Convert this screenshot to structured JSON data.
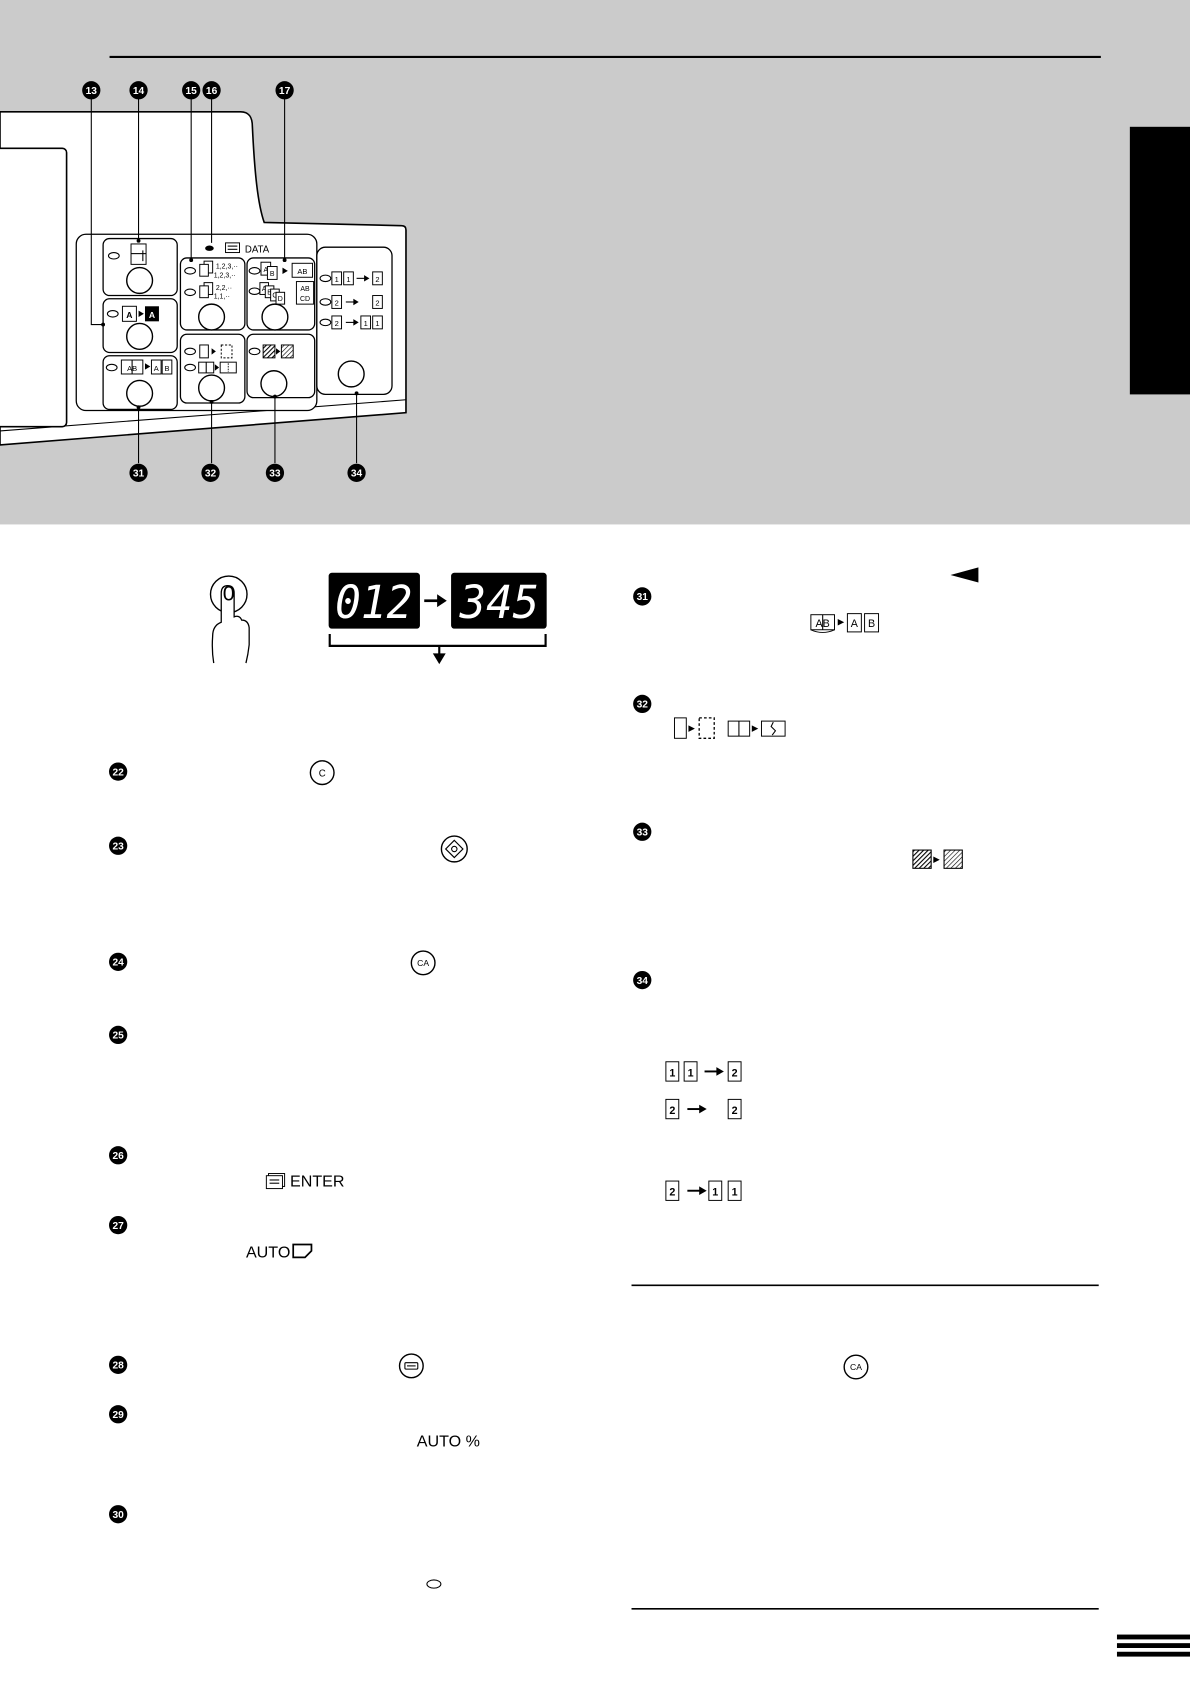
{
  "colors": {
    "band": "#cbcbcb",
    "ink": "#000000",
    "tab": "#000000"
  },
  "icons": {
    "start": "start-key-icon",
    "interrupt": "interrupt-key-icon",
    "enter": "enter-icon",
    "paper": "paper-icon",
    "indicator": "indicator-led-icon",
    "hand": "finger-press-icon"
  },
  "panel": {
    "callouts_top": [
      "13",
      "14",
      "15",
      "16",
      "17"
    ],
    "callouts_bottom": [
      "31",
      "32",
      "33",
      "34"
    ],
    "data_label": "DATA",
    "reverse_icon": [
      "A",
      "A"
    ],
    "dual_page_icon": [
      "AB",
      "A",
      "B"
    ],
    "sort_labels": [
      "1,2,3,··",
      "1,2,3,··",
      "2,2,··",
      "1,1,··"
    ],
    "multi_shot_icon": {
      "row1_pages": [
        "A",
        "B"
      ],
      "row1_result": "AB",
      "row2_pages": [
        "A",
        "B",
        "C",
        "D"
      ],
      "row2_result": [
        "AB",
        "CD"
      ]
    },
    "duplex_icon": {
      "row1": [
        "1",
        "1",
        "2"
      ],
      "row2": [
        "2",
        "2"
      ],
      "row3": [
        "2",
        "1",
        "1"
      ]
    }
  },
  "display": {
    "key": "0",
    "left": "012",
    "right": "345"
  },
  "left_column": {
    "numbers": [
      "22",
      "23",
      "24",
      "25",
      "26",
      "27",
      "28",
      "29",
      "30"
    ],
    "clear_key": "C",
    "clear_all_key": "CA",
    "enter_label": "ENTER",
    "auto_paper_label": "AUTO",
    "auto_image_label": "AUTO %"
  },
  "right_column": {
    "numbers": [
      "31",
      "32",
      "33",
      "34"
    ],
    "dual_page_icon": [
      "AB",
      "A",
      "B"
    ],
    "duplex_icon": {
      "row1": [
        "1",
        "1",
        "2"
      ],
      "row2": [
        "2",
        "2"
      ],
      "row3": [
        "2",
        "1",
        "1"
      ]
    },
    "clear_all_key": "CA"
  }
}
